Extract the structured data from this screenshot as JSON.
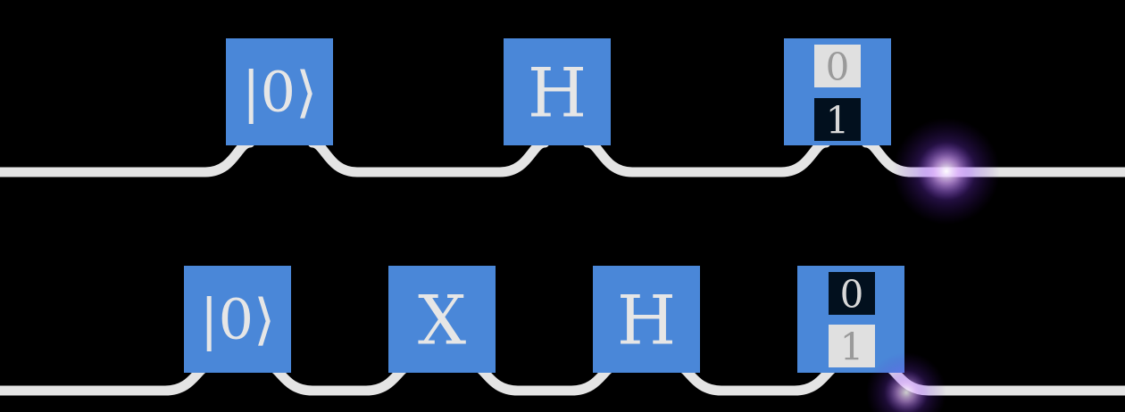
{
  "colors": {
    "background": "#000000",
    "wire": "#e4e4e4",
    "gate": "#4a87d8",
    "gate_text": "#e6e6e6",
    "meas_light": "#e0e0e0",
    "meas_dark": "#02101e",
    "glow": "#c98cff"
  },
  "circuits": [
    {
      "gates": [
        {
          "type": "gate",
          "label": "|0⟩"
        },
        {
          "type": "gate",
          "label": "H"
        },
        {
          "type": "measure",
          "top": "0",
          "bottom": "1",
          "highlighted": "top"
        }
      ]
    },
    {
      "gates": [
        {
          "type": "gate",
          "label": "|0⟩"
        },
        {
          "type": "gate",
          "label": "X"
        },
        {
          "type": "gate",
          "label": "H"
        },
        {
          "type": "measure",
          "top": "0",
          "bottom": "1",
          "highlighted": "bottom"
        }
      ]
    }
  ]
}
